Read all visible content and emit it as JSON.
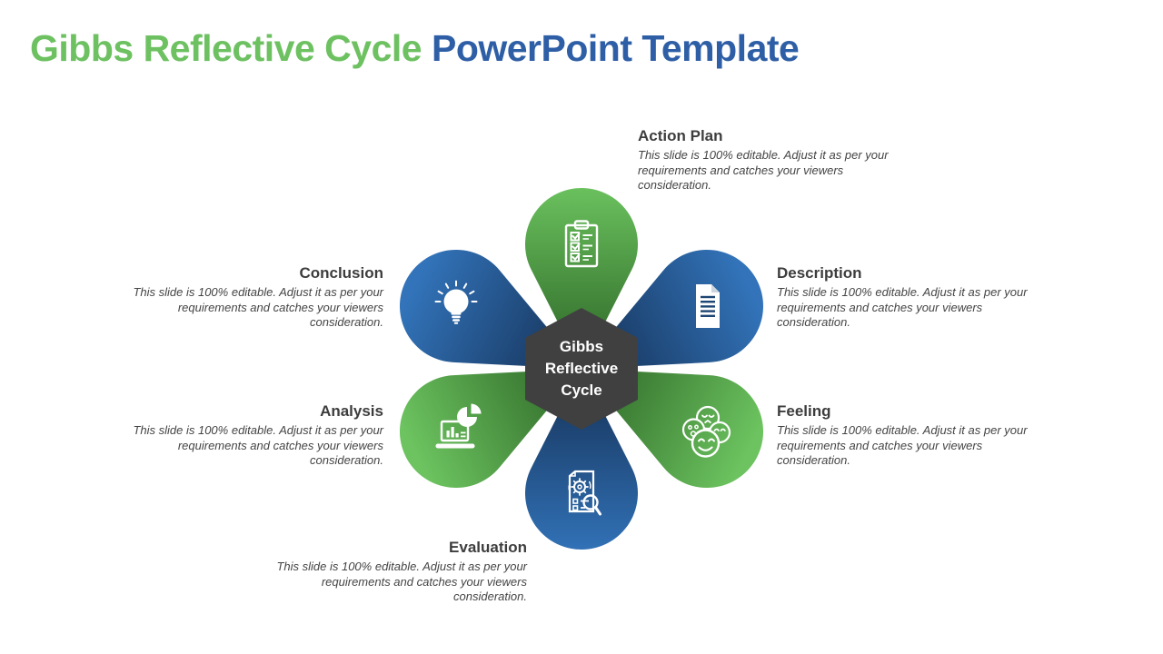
{
  "title": {
    "green_part": "Gibbs Reflective Cycle ",
    "blue_part": "PowerPoint Template"
  },
  "center_hexagon": {
    "line1": "Gibbs",
    "line2": "Reflective",
    "line3": "Cycle"
  },
  "sections": [
    {
      "id": "action-plan",
      "label": "Action Plan",
      "desc": "This slide is 100%  editable. Adjust it as per your requirements and catches your viewers consideration.",
      "icon": "clipboard-checklist-icon",
      "petal_color": "green",
      "position": "top"
    },
    {
      "id": "description",
      "label": "Description",
      "desc": "This slide is 100%  editable. Adjust it as per your requirements and catches your viewers consideration.",
      "icon": "document-icon",
      "petal_color": "blue",
      "position": "top-right"
    },
    {
      "id": "feeling",
      "label": "Feeling",
      "desc": "This slide is 100%  editable. Adjust it as per your requirements and catches your viewers consideration.",
      "icon": "emotion-faces-icon",
      "petal_color": "green",
      "position": "bottom-right"
    },
    {
      "id": "evaluation",
      "label": "Evaluation",
      "desc": "This slide is 100%  editable. Adjust it as per your requirements and catches your viewers consideration.",
      "icon": "document-gear-magnifier-icon",
      "petal_color": "blue",
      "position": "bottom"
    },
    {
      "id": "analysis",
      "label": "Analysis",
      "desc": "This slide is 100%  editable. Adjust it as per your requirements and catches your viewers consideration.",
      "icon": "laptop-charts-icon",
      "petal_color": "green",
      "position": "bottom-left"
    },
    {
      "id": "conclusion",
      "label": "Conclusion",
      "desc": "This slide is 100%  editable. Adjust it as per your requirements and catches your viewers consideration.",
      "icon": "lightbulb-icon",
      "petal_color": "blue",
      "position": "top-left"
    }
  ],
  "colors": {
    "title_green": "#6DC161",
    "title_blue": "#2E5FA6",
    "petal_green_light": "#6CC35F",
    "petal_green_dark": "#2B6325",
    "petal_blue_light": "#3273B9",
    "petal_blue_dark": "#142F53",
    "hexagon": "#404040",
    "heading_text": "#3D3D3D",
    "body_text": "#444444",
    "icon": "#FFFFFF"
  }
}
